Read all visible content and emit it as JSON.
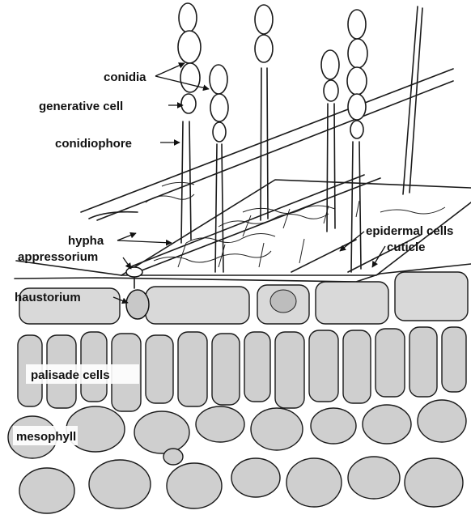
{
  "labels": {
    "conidia": "conidia",
    "generative_cell": "generative cell",
    "conidiophore": "conidiophore",
    "hypha": "hypha",
    "appressorium": "appressorium",
    "haustorium": "haustorium",
    "epidermal_cells": "epidermal cells",
    "cuticle": "cuticle",
    "palisade_cells": "palisade cells",
    "mesophyll": "mesophyll"
  }
}
